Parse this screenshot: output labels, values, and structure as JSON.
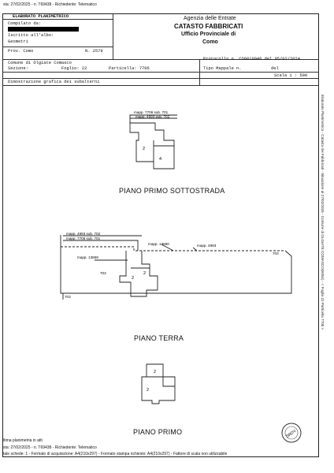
{
  "top_note": "sta: 27/02/2025 - n. T69438 - Richiedente: Telematico",
  "title_block": {
    "doc_title": "ELABORATO PLANIMETRICO",
    "compiled_by_label": "Compilato da:",
    "registered_label": "Iscritto all'albo:",
    "registered_value": "Geometri",
    "province_label": "Prov. Como",
    "number_label": "N. 2579"
  },
  "agency": {
    "line1": "Agenzia delle Entrate",
    "line2": "CATASTO FABBRICATI",
    "line3": "Ufficio Provinciale di",
    "line4": "Como"
  },
  "info": {
    "comune": "Comune di Olgiate Comasco",
    "protocol": "Protocollo n. CO0010946 del 05/02/2024",
    "sezione": "Sezione:",
    "foglio": "Foglio: 22",
    "particella": "Particella: 7706",
    "tipo_mappale": "Tipo Mappale n.",
    "del": "del",
    "dimostrazione": "Dimostrazione grafica dei subalterni",
    "scala": "Scala 1 : 500"
  },
  "floors": {
    "basement": {
      "title": "PIANO PRIMO SOTTOSTRADA",
      "label_sub701": "mapp. 7706 sub. 701",
      "label_sub702": "mapp. 4993 sub. 702",
      "room_a": "2",
      "room_b": "4"
    },
    "ground": {
      "title": "PIANO TERRA",
      "label_4993_702": "mapp. 4993 sub. 702",
      "label_7706_701": "mapp. 7706 sub. 701",
      "label_13660": "mapp. 13660",
      "label_4993": "mapp. 4993",
      "label_13659": "mapp. 13659",
      "label_703_right": "703",
      "label_703_left": "703",
      "label_703_mid": "703",
      "room_a": "2",
      "room_b": "2"
    },
    "first": {
      "title": "PIANO PRIMO",
      "room_a": "2",
      "room_b": "2"
    }
  },
  "side_note": "Elaborato Planimetrico - Catasto dei Fabbricati - Situazione al 27/02/2025 - Comune di OLGIATE COMASCO(E051) - < Foglio 22 Particella 7706 >",
  "footer": {
    "last_plan": "ltima planimetria in atti",
    "line1": "sta: 27/02/2025 - n. T69438 - Richiedente: Telematico",
    "line2": "tale schede: 1 - Formato di acquisizione: A4(210x297) - Formato stampa richiesto: A4(210x297) - Fattore di scala non utilizzabile"
  },
  "stamp_text": "SRDV"
}
